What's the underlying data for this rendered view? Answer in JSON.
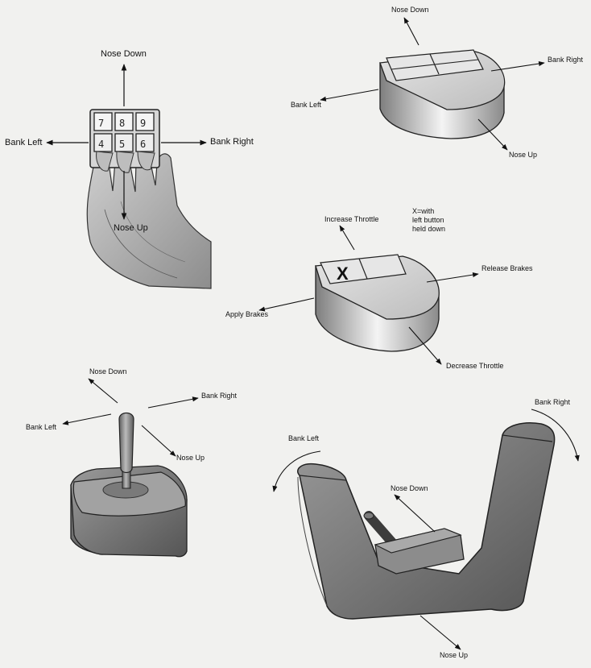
{
  "keypad": {
    "nose_down": "Nose Down",
    "nose_up": "Nose Up",
    "bank_left": "Bank Left",
    "bank_right": "Bank Right",
    "keys": [
      "7",
      "8",
      "9",
      "4",
      "5",
      "6"
    ]
  },
  "mouse_flight": {
    "nose_down": "Nose Down",
    "nose_up": "Nose Up",
    "bank_left": "Bank Left",
    "bank_right": "Bank Right"
  },
  "mouse_throttle": {
    "increase_throttle": "Increase Throttle",
    "decrease_throttle": "Decrease Throttle",
    "apply_brakes": "Apply Brakes",
    "release_brakes": "Release Brakes",
    "note": [
      "X=with",
      "left button",
      "held down"
    ],
    "button_mark": "X"
  },
  "joystick": {
    "nose_down": "Nose Down",
    "nose_up": "Nose Up",
    "bank_left": "Bank Left",
    "bank_right": "Bank Right"
  },
  "yoke": {
    "nose_down": "Nose Down",
    "nose_up": "Nose Up",
    "bank_left": "Bank Left",
    "bank_right": "Bank Right"
  }
}
